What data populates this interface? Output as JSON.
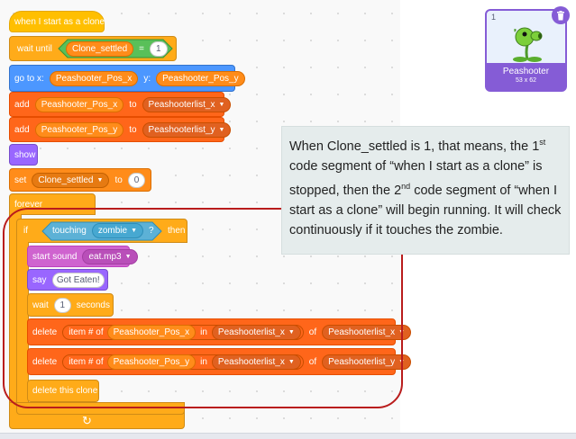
{
  "script": {
    "hat_label": "when I start as a clone",
    "wait_until": {
      "label": "wait until",
      "var": "Clone_settled",
      "op": "=",
      "value": "1"
    },
    "goto": {
      "label": "go to x:",
      "x_var": "Peashooter_Pos_x",
      "y_label": "y:",
      "y_var": "Peashooter_Pos_y"
    },
    "add1": {
      "label": "add",
      "var": "Peashooter_Pos_x",
      "to": "to",
      "list": "Peashooterlist_x"
    },
    "add2": {
      "label": "add",
      "var": "Peashooter_Pos_y",
      "to": "to",
      "list": "Peashooterlist_y"
    },
    "show": "show",
    "set": {
      "label": "set",
      "var": "Clone_settled",
      "to": "to",
      "value": "0"
    },
    "forever": "forever",
    "if": {
      "label": "if",
      "touching": "touching",
      "target": "zombie",
      "q": "?",
      "then": "then"
    },
    "start_sound": {
      "label": "start sound",
      "sound": "eat.mp3"
    },
    "say": {
      "label": "say",
      "text": "Got Eaten!"
    },
    "wait": {
      "label": "wait",
      "value": "1",
      "unit": "seconds"
    },
    "delete1": {
      "label": "delete",
      "item_of": "item # of",
      "var": "Peashooter_Pos_x",
      "in": "in",
      "list": "Peashooterlist_x",
      "of": "of",
      "list2": "Peashooterlist_x"
    },
    "delete2": {
      "label": "delete",
      "item_of": "item # of",
      "var": "Peashooter_Pos_y",
      "in": "in",
      "list": "Peashooterlist_x",
      "of": "of",
      "list2": "Peashooterlist_y"
    },
    "delete_clone": "delete this clone",
    "loop_arrow": "↻"
  },
  "sprite": {
    "number": "1",
    "name": "Peashooter",
    "size": "53 x 62",
    "delete_icon": "trash-icon"
  },
  "note": {
    "p1": "When Clone_settled is 1, that means, the 1",
    "sup1": "st",
    "p2": " code segment of “when I start as a clone” is stopped, then the 2",
    "sup2": "nd",
    "p3": " code segment of “when I start as a clone” will begin running. It will check continuously if it touches the zombie."
  },
  "colors": {
    "events": "#ffbf00",
    "control": "#ffab19",
    "motion": "#4c97ff",
    "variables": "#ff8c1a",
    "looks": "#9966ff",
    "sound": "#cf63cf",
    "sensing": "#5cb1d6",
    "list": "#ff661a",
    "highlight": "#b91c1c",
    "sprite_selected": "#855cd6"
  }
}
